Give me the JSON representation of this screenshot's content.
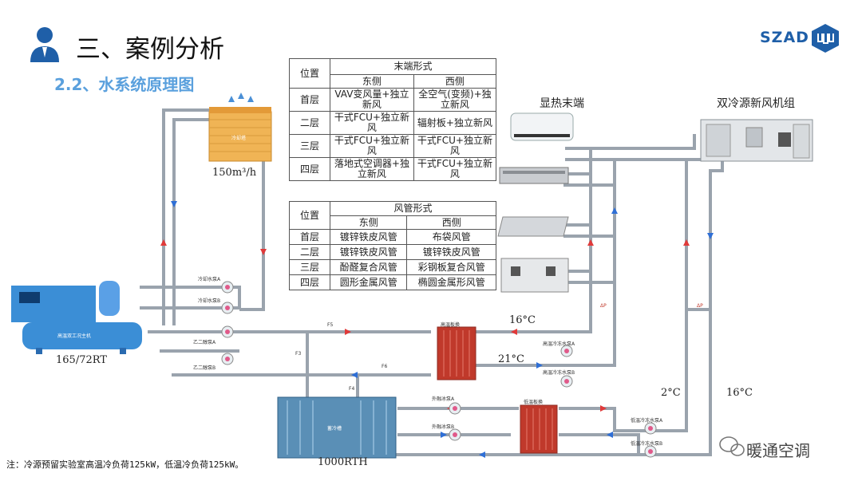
{
  "header": {
    "title": "三、案例分析",
    "subtitle": "2.2、水系统原理图",
    "logo_text": "SZAD"
  },
  "terminal_table": {
    "col_pos": "位置",
    "group_header": "末端形式",
    "col_east": "东侧",
    "col_west": "西侧",
    "rows": [
      {
        "floor": "首层",
        "east": "VAV变风量+独立新风",
        "west": "全空气(变频)+独立新风"
      },
      {
        "floor": "二层",
        "east": "干式FCU+独立新风",
        "west": "辐射板+独立新风"
      },
      {
        "floor": "三层",
        "east": "干式FCU+独立新风",
        "west": "干式FCU+独立新风"
      },
      {
        "floor": "四层",
        "east": "落地式空调器+独立新风",
        "west": "干式FCU+独立新风"
      }
    ]
  },
  "duct_table": {
    "col_pos": "位置",
    "group_header": "风管形式",
    "col_east": "东侧",
    "col_west": "西侧",
    "rows": [
      {
        "floor": "首层",
        "east": "镀锌铁皮风管",
        "west": "布袋风管"
      },
      {
        "floor": "二层",
        "east": "镀锌铁皮风管",
        "west": "镀锌铁皮风管"
      },
      {
        "floor": "三层",
        "east": "酚醛复合风管",
        "west": "彩钢板复合风管"
      },
      {
        "floor": "四层",
        "east": "圆形金属风管",
        "west": "椭圆金属形风管"
      }
    ]
  },
  "diagram": {
    "cooling_tower_label": "冷却塔",
    "cooling_tower_flow": "150m³/h",
    "chiller_label": "高温双工况主机",
    "chiller_capacity": "165/72RT",
    "tank_label": "蓄冷槽",
    "tank_capacity": "1000RTH",
    "sensible_terminal_label": "显热末端",
    "fresh_air_unit_label": "双冷源新风机组",
    "hx_high_label": "高温板换",
    "hx_low_label": "低温板换",
    "temp_16_top": "16°C",
    "temp_21": "21°C",
    "temp_2": "2°C",
    "temp_16_right": "16°C",
    "pump_cooling_a": "冷却水泵A",
    "pump_cooling_b": "冷却水泵B",
    "pump_glycol_a": "乙二醇泵A",
    "pump_glycol_b": "乙二醇泵B",
    "pump_ht_a": "高温冷冻水泵A",
    "pump_ht_b": "高温冷冻水泵B",
    "pump_melt_a": "外融冰泵A",
    "pump_melt_b": "外融冰泵B",
    "pump_lt_a": "低温冷冻水泵A",
    "pump_lt_b": "低温冷冻水泵B",
    "valve_f3": "F3",
    "valve_f4": "F4",
    "valve_f5": "F5",
    "valve_f6": "F6",
    "valve_dp1": "ΔP",
    "valve_dp2": "ΔP"
  },
  "footer": {
    "note": "注：冷源预留实验室高温冷负荷125kW，低温冷负荷125kW。",
    "watermark": "暖通空调"
  },
  "colors": {
    "pipe": "#9aa3ad",
    "supply_arrow": "#e03a3a",
    "return_arrow": "#2f6fd6",
    "title_blue": "#5aa0dd",
    "logo_blue": "#1f5fa8",
    "cooling_tower": "#f0b455",
    "chiller": "#3b8ed6",
    "hx": "#c0392b",
    "tank": "#5a8fb6"
  }
}
